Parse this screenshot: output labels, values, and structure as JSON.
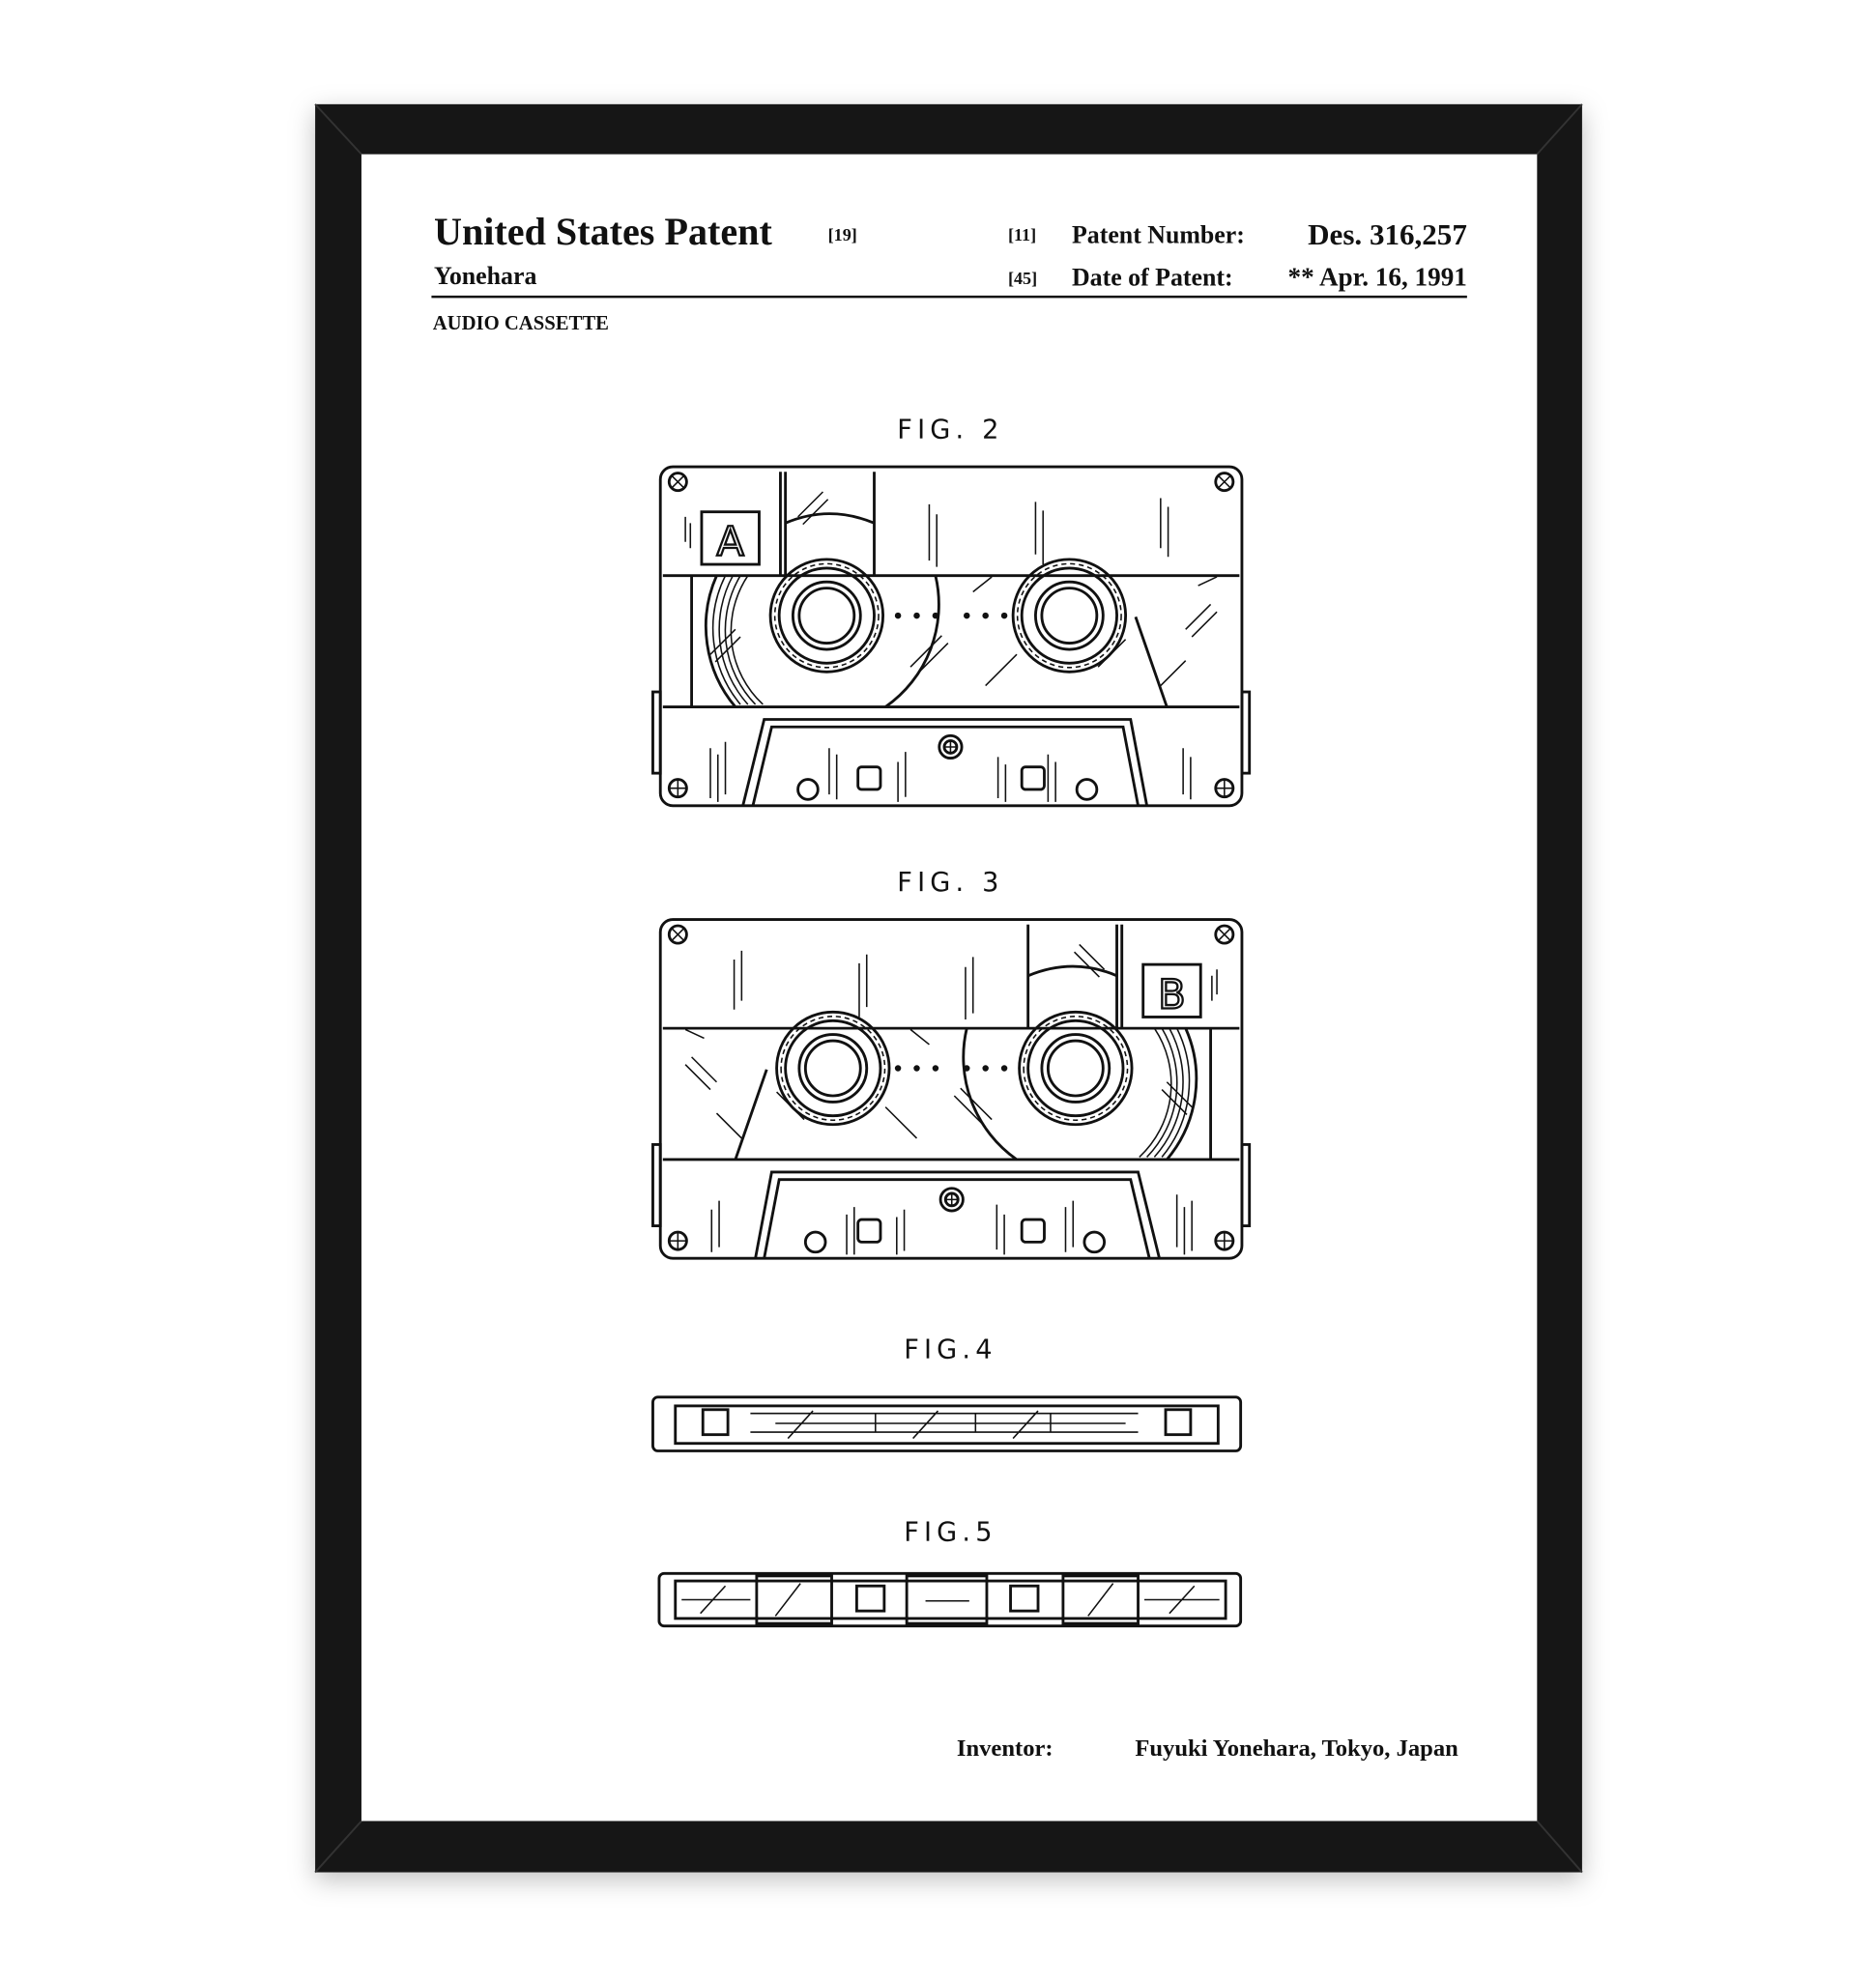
{
  "header": {
    "title": "United States Patent",
    "title_code": "[19]",
    "number_code": "[11]",
    "number_label": "Patent Number:",
    "number_value": "Des. 316,257",
    "inventor_surname": "Yonehara",
    "date_code": "[45]",
    "date_label": "Date of Patent:",
    "date_value": "** Apr. 16, 1991",
    "subject": "AUDIO CASSETTE"
  },
  "figures": {
    "fig2": {
      "label": "FIG. 2",
      "side": "A"
    },
    "fig3": {
      "label": "FIG. 3",
      "side": "B"
    },
    "fig4": {
      "label": "FIG.4"
    },
    "fig5": {
      "label": "FIG.5"
    }
  },
  "footer": {
    "inventor_label": "Inventor:",
    "inventor_value": "Fuyuki Yonehara, Tokyo, Japan"
  },
  "colors": {
    "frame": "#151515",
    "paper": "#ffffff",
    "ink": "#111111"
  }
}
